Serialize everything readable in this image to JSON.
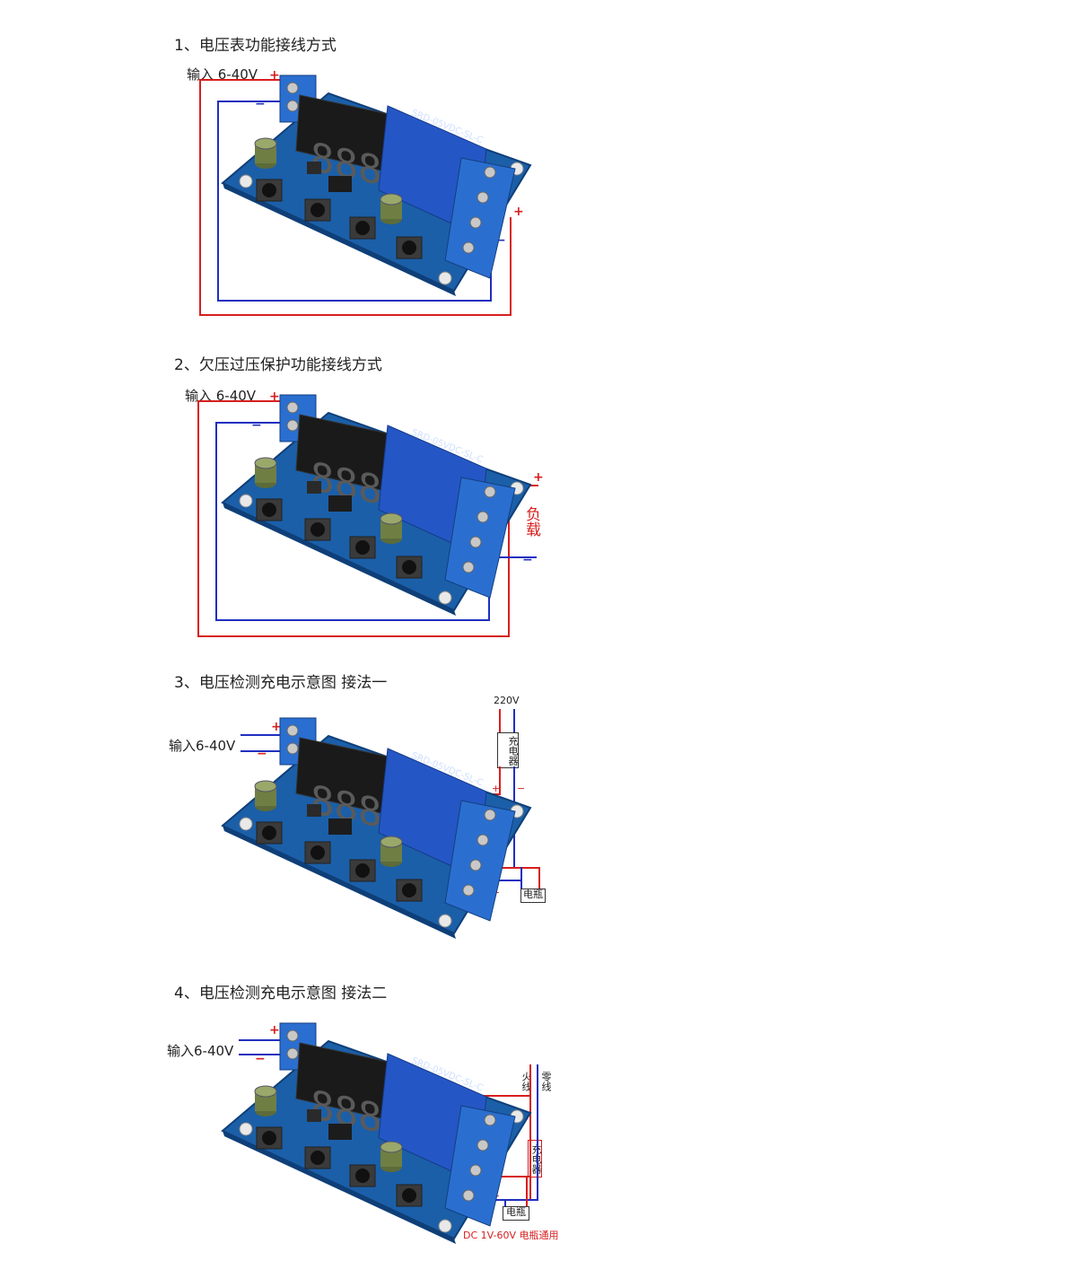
{
  "sections": [
    {
      "title": "1、电压表功能接线方式",
      "input_label": "输入 6-40V",
      "plus": "+",
      "minus": "−"
    },
    {
      "title": "2、欠压过压保护功能接线方式",
      "input_label": "输入 6-40V",
      "plus": "+",
      "minus": "−",
      "load_label": "负载"
    },
    {
      "title": "3、电压检测充电示意图 接法一",
      "input_label": "输入6-40V",
      "plus": "+",
      "minus": "−",
      "mains_label": "220V",
      "charger_label": "充电器",
      "battery_label": "电瓶"
    },
    {
      "title": "4、电压检测充电示意图 接法二",
      "input_label": "输入6-40V",
      "plus": "+",
      "minus": "−",
      "live_label": "火线",
      "neutral_label": "零线",
      "charger_label": "充电器",
      "battery_label": "电瓶",
      "note": "DC 1V-60V 电瓶通用"
    }
  ],
  "board": {
    "relay_text_1": "SRD-05VDC-SL-C",
    "display_digits": "888",
    "colors": {
      "pcb": "#1b5fa8",
      "terminal": "#2a6fd0",
      "relay": "#2457c5",
      "wire_red": "#d81e1e",
      "wire_blue": "#1f2fbf"
    }
  }
}
